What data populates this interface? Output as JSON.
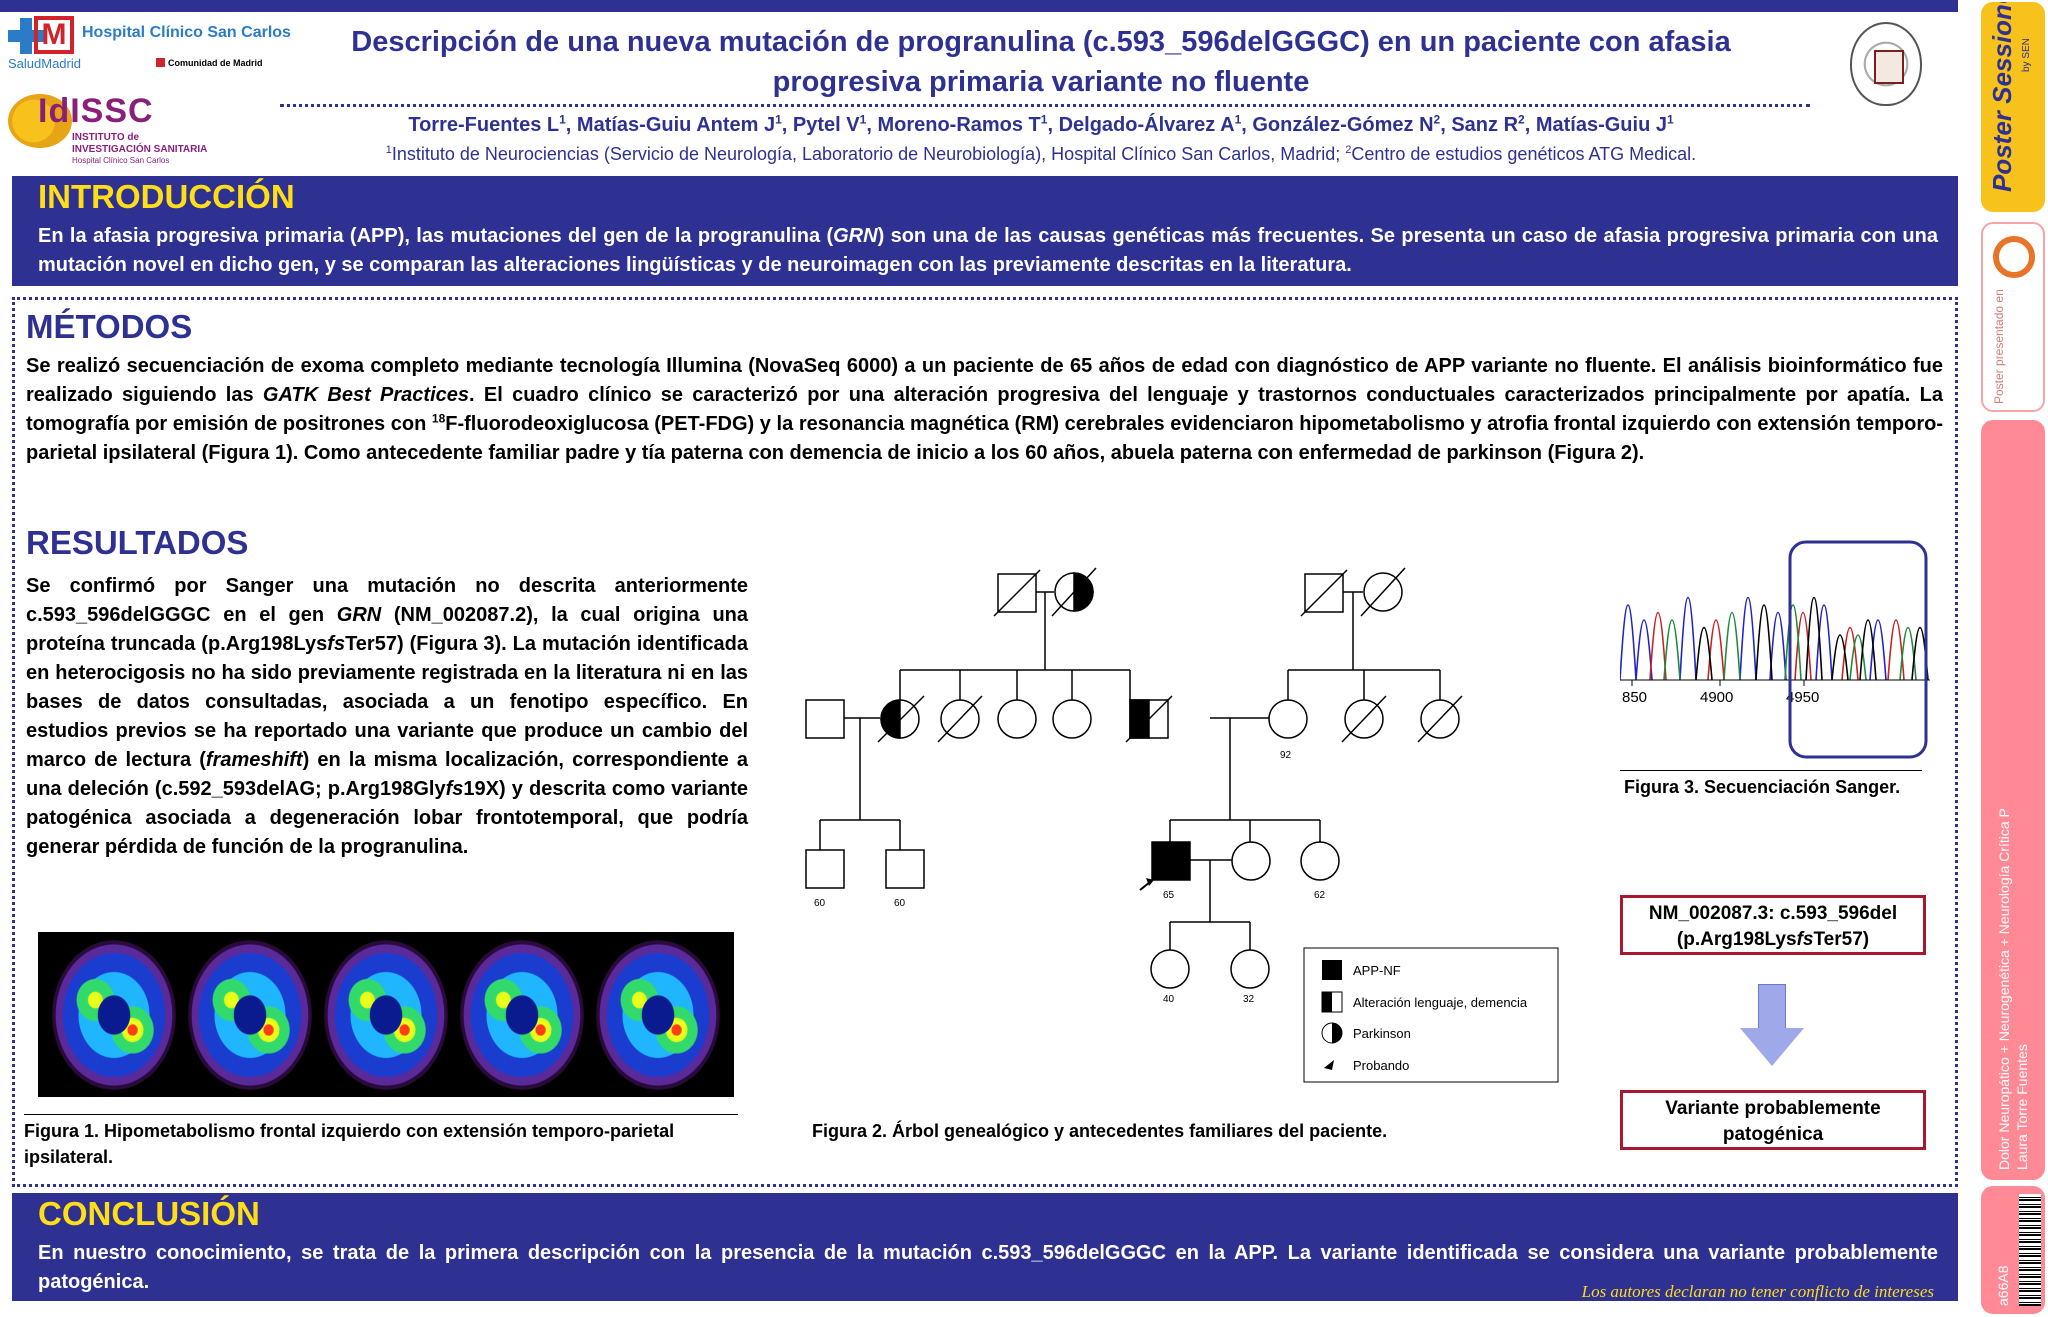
{
  "header": {
    "hospital_name": "Hospital Clínico San Carlos",
    "salud_madrid": "SaludMadrid",
    "comunidad": "Comunidad de Madrid",
    "idissc": "IdISSC",
    "idissc_line1": "INSTITUTO de",
    "idissc_line2": "INVESTIGACIÓN SANITARIA",
    "idissc_line3": "Hospital Clínico San Carlos",
    "title": "Descripción de una nueva mutación de progranulina (c.593_596delGGGC) en un paciente con afasia progresiva primaria variante no fluente",
    "authors": [
      {
        "name": "Torre-Fuentes L",
        "sup": "1"
      },
      {
        "name": "Matías-Guiu Antem J",
        "sup": "1"
      },
      {
        "name": "Pytel V",
        "sup": "1"
      },
      {
        "name": "Moreno-Ramos T",
        "sup": "1"
      },
      {
        "name": "Delgado-Álvarez A",
        "sup": "1"
      },
      {
        "name": "González-Gómez N",
        "sup": "2"
      },
      {
        "name": "Sanz R",
        "sup": "2"
      },
      {
        "name": "Matías-Guiu J",
        "sup": "1"
      }
    ],
    "affil_1_sup": "1",
    "affil_1": "Instituto de Neurociencias (Servicio de Neurología, Laboratorio de Neurobiología), Hospital Clínico San Carlos, Madrid; ",
    "affil_2_sup": "2",
    "affil_2": "Centro de estudios genéticos ATG Medical."
  },
  "intro": {
    "heading": "INTRODUCCIÓN",
    "text_a": "En la afasia progresiva primaria (APP), las mutaciones del gen de la progranulina (",
    "text_gene": "GRN",
    "text_b": ") son una de las causas genéticas más frecuentes. Se presenta un caso de afasia progresiva primaria con una mutación novel en dicho gen, y se comparan las alteraciones lingüísticas y de neuroimagen con las previamente descritas en la literatura."
  },
  "methods": {
    "heading": "MÉTODOS",
    "text_a": "Se realizó secuenciación de exoma completo mediante tecnología Illumina (NovaSeq 6000) a un paciente de 65 años de edad con diagnóstico de APP variante no fluente. El análisis bioinformático fue realizado siguiendo las ",
    "text_gatk": "GATK Best Practices",
    "text_b": ". El cuadro clínico se caracterizó por una alteración progresiva del lenguaje y trastornos conductuales caracterizados principalmente por apatía. La  tomografía por emisión de positrones con ",
    "text_sup": "18",
    "text_c": "F-fluorodeoxiglucosa (PET-FDG) y la resonancia magnética (RM) cerebrales evidenciaron hipometabolismo y atrofia frontal izquierdo con extensión temporo-parietal ipsilateral (Figura 1). Como antecedente familiar padre y tía paterna con demencia de inicio a los 60 años, abuela paterna con enfermedad de parkinson (Figura 2)."
  },
  "results": {
    "heading": "RESULTADOS",
    "t1": "Se confirmó por Sanger una mutación no descrita anteriormente c.593_596delGGGC en el gen ",
    "t_grn": "GRN",
    "t2": " (NM_002087.2), la cual origina una proteína truncada (p.Arg198Lys",
    "t_fs1": "fs",
    "t3": "Ter57) (Figura 3). La mutación identificada en heterocigosis no ha sido previamente registrada en la literatura ni en las bases de datos consultadas, asociada a un fenotipo específico. En estudios previos se ha reportado una variante que produce un cambio del marco de lectura (",
    "t_frameshift": "frameshift",
    "t4": ") en la misma localización, correspondiente a una deleción (c.592_593delAG; p.Arg198Gly",
    "t_fs2": "fs",
    "t5": "19X) y descrita como variante patogénica asociada a degeneración lobar frontotemporal, que podría generar pérdida de función de la progranulina."
  },
  "figures": {
    "fig1_caption": "Figura 1. Hipometabolismo frontal izquierdo con extensión temporo-parietal ipsilateral.",
    "fig2_caption": "Figura 2. Árbol genealógico y antecedentes familiares del paciente.",
    "fig3_caption": "Figura 3. Secuenciación Sanger.",
    "sanger_ticks": [
      "850",
      "4900",
      "4950"
    ],
    "pedigree_ages": {
      "a": "92",
      "b": "60",
      "c": "60",
      "d": "65",
      "e": "62",
      "f": "40",
      "g": "32"
    },
    "legend": [
      "APP-NF",
      "Alteración lenguaje, demencia",
      "Parkinson",
      "Probando"
    ]
  },
  "variant": {
    "line1": "NM_002087.3: c.593_596del",
    "line2_a": "(p.Arg198Lys",
    "line2_fs": "fs",
    "line2_b": "Ter57)",
    "classification": "Variante probablemente patogénica"
  },
  "conclusion": {
    "heading": "CONCLUSIÓN",
    "text": "En nuestro conocimiento, se trata de la primera descripción con la presencia de la mutación c.593_596delGGGC en la APP. La variante identificada se considera una variante probablemente patogénica.",
    "footnote": "Los autores declaran no tener conflicto de intereses"
  },
  "rail": {
    "brand": "Poster SessionOnline",
    "brand_small": "by SEN",
    "presented": "Poster presentado en",
    "topic": "Dolor Neuropático + Neurogenética + Neurología Crítica P",
    "author": "Laura Torre Fuentes",
    "code": "a66A8"
  },
  "colors": {
    "primary": "#2e3192",
    "heading_yellow": "#ffde17",
    "variant_red": "#a6192e"
  }
}
